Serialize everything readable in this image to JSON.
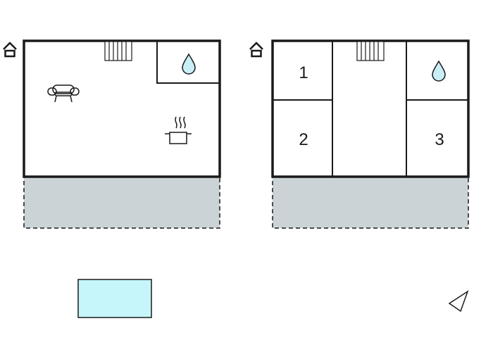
{
  "floors": [
    {
      "id": "ground",
      "entrance_icon": "house-entrance-icon",
      "rooms": [
        {
          "type": "living-area",
          "icons": [
            "sofa-icon",
            "cooking-pot-icon",
            "radiator-icon"
          ]
        },
        {
          "type": "bathroom",
          "icons": [
            "water-drop-icon"
          ]
        }
      ],
      "terrace": true
    },
    {
      "id": "upper",
      "entrance_icon": "house-entrance-icon",
      "rooms": [
        {
          "type": "bedroom",
          "label": "1"
        },
        {
          "type": "bedroom",
          "label": "2"
        },
        {
          "type": "hallway",
          "icons": [
            "radiator-icon"
          ]
        },
        {
          "type": "bathroom",
          "icons": [
            "water-drop-icon"
          ]
        },
        {
          "type": "bedroom",
          "label": "3"
        }
      ],
      "terrace": true
    }
  ],
  "pool": true,
  "compass_icon": "north-arrow-icon",
  "colors": {
    "wall": "#1a1a1a",
    "terrace_fill": "#ccd3d6",
    "pool_fill": "#c6f6fa",
    "water_fill": "#c9eef5"
  }
}
